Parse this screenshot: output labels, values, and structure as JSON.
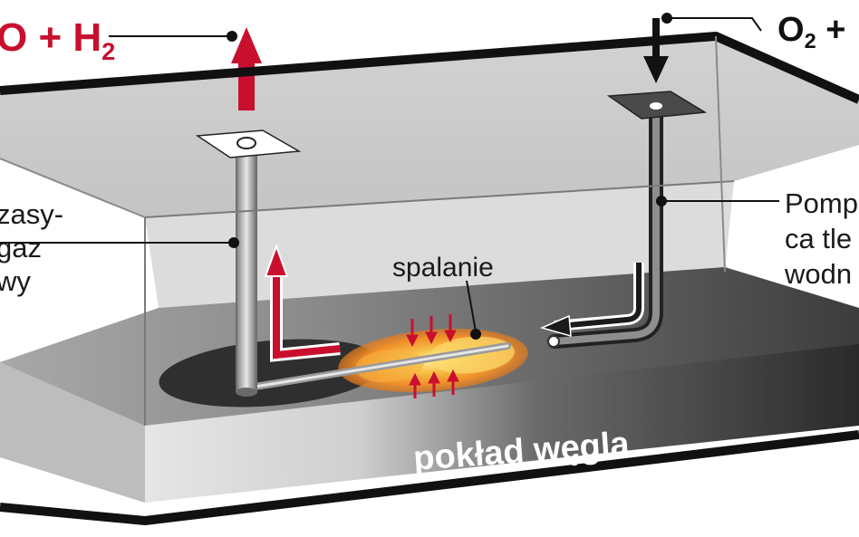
{
  "labels": {
    "output_gas_main": "O + H",
    "output_gas_sub": "2",
    "input_gas_main": "O",
    "input_gas_sub": "2",
    "input_gas_tail": " +",
    "left_line1": "zasy-",
    "left_line2": "gaz",
    "left_line3": "wy",
    "combustion": "spalanie",
    "right_line1": "Pomp",
    "right_line2": "ca tle",
    "right_line3": "wodn",
    "coal_seam": "pokład węgla"
  },
  "colors": {
    "accent_red": "#c8102e",
    "frame_black": "#111111",
    "seam_dark": "#3a3a3a",
    "flame_orange": "#f29a2e"
  }
}
